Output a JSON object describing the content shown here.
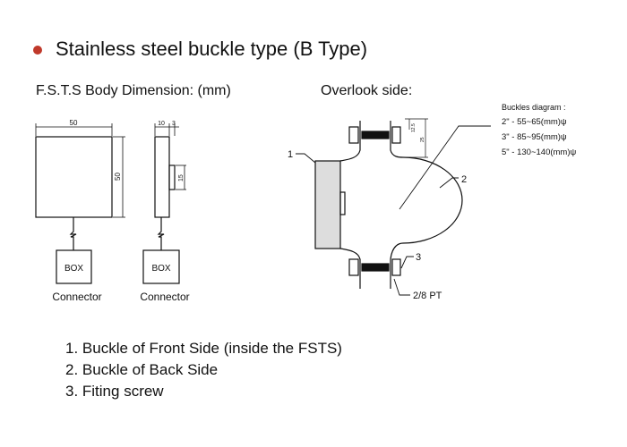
{
  "title": "Stainless steel buckle type (B Type)",
  "accent_color": "#c0392b",
  "body_dimension_label": "F.S.T.S Body Dimension: (mm)",
  "overlook_label": "Overlook side:",
  "front_view": {
    "width_dim": "50",
    "height_dim": "50",
    "box_label": "BOX",
    "connector_label": "Connector"
  },
  "side_view": {
    "depth_dim": "10",
    "tab_depth_dim": "3",
    "tab_height_dim": "15",
    "box_label": "BOX",
    "connector_label": "Connector"
  },
  "overlook": {
    "callout_1": "1",
    "callout_2": "2",
    "callout_3": "3",
    "dim_small": "12.5",
    "dim_large": "25",
    "thread_label": "2/8 PT",
    "buckles_title": "Buckles diagram :",
    "buckles": [
      "2\" - 55~65(mm)ψ",
      "3\" - 85~95(mm)ψ",
      "5\" - 130~140(mm)ψ"
    ]
  },
  "legend": [
    "1. Buckle of Front Side (inside the FSTS)",
    "2. Buckle of Back Side",
    "3. Fiting screw"
  ]
}
